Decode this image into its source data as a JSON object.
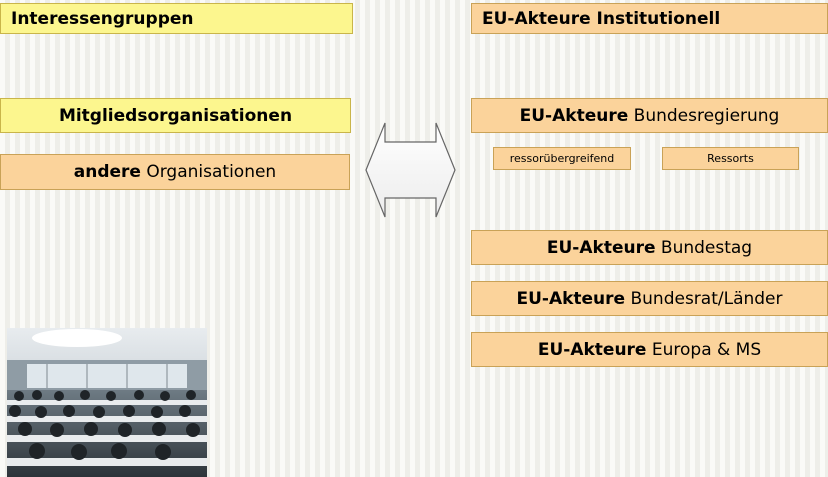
{
  "left": {
    "interessengruppen": "Interessengruppen",
    "mitglied": "Mitgliedsorganisationen",
    "andere_bold": "andere",
    "andere_rest": "Organisationen"
  },
  "right": {
    "institutionell": "EU-Akteure Institutionell",
    "prefix": "EU-Akteure",
    "bundesregierung": "Bundesregierung",
    "ressortuebergreifend": "ressorübergreifend",
    "ressorts": "Ressorts",
    "bundestag": "Bundestag",
    "bundesrat": "Bundesrat/Länder",
    "europa": "Europa & MS"
  },
  "icons": {
    "arrow": "double-arrow-icon",
    "photo": "conference-audience-photo"
  },
  "colors": {
    "yellow_box": "#fcf68e",
    "orange_box": "#fbd39b",
    "border": "#c9a257"
  }
}
